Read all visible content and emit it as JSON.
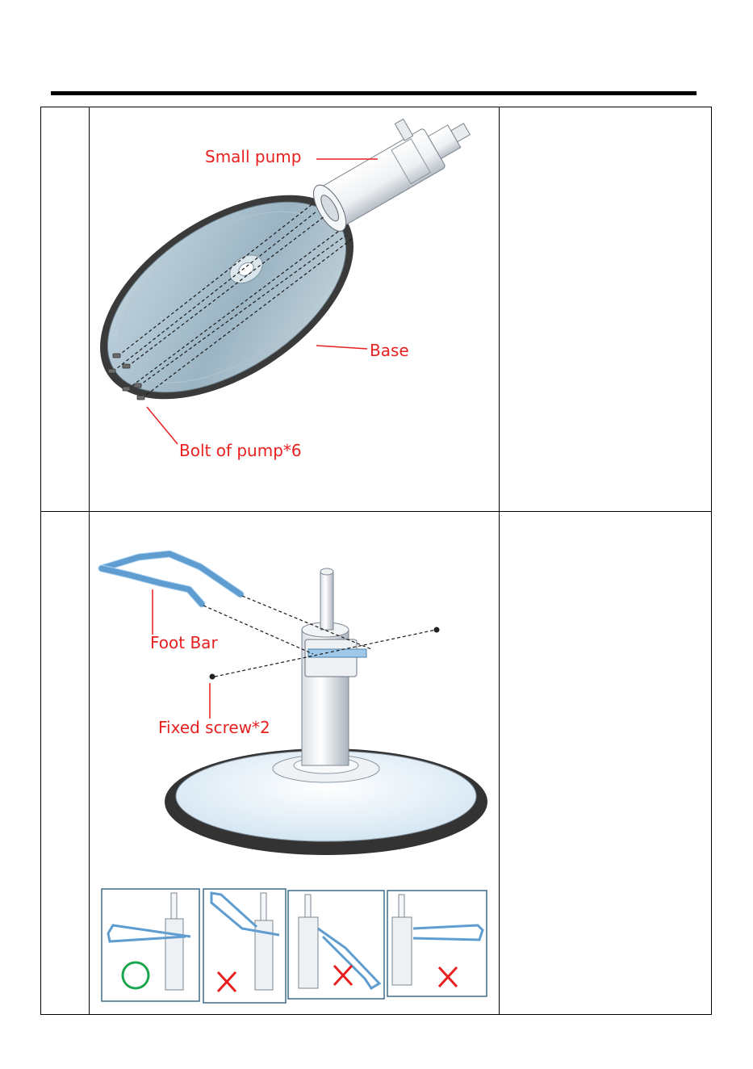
{
  "step1": {
    "labels": {
      "small_pump": "Small pump",
      "base": "Base",
      "bolt": "Bolt of pump*6"
    }
  },
  "step2": {
    "labels": {
      "foot_bar": "Foot Bar",
      "fixed_screw": "Fixed screw*2"
    },
    "orientation_options": [
      {
        "mark": "correct"
      },
      {
        "mark": "incorrect"
      },
      {
        "mark": "incorrect"
      },
      {
        "mark": "incorrect"
      }
    ]
  },
  "colors": {
    "label_red": "#e8201f",
    "correct_green": "#1aa64a",
    "part_blue": "#8cc4ea",
    "frame_blue": "#3d6a8c"
  }
}
